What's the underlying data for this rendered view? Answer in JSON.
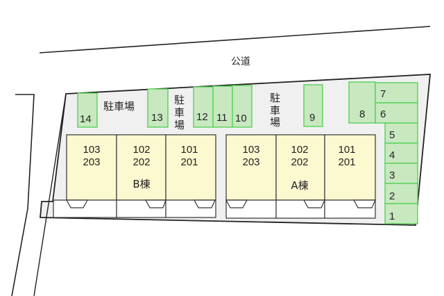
{
  "road": {
    "label": "公道"
  },
  "parking_labels": [
    {
      "id": "parking-label-left",
      "text": "駐車場",
      "orientation": "horizontal"
    },
    {
      "id": "parking-label-middle",
      "text": "駐車場",
      "orientation": "vertical",
      "chars": [
        "駐",
        "車",
        "場"
      ]
    },
    {
      "id": "parking-label-right",
      "text": "駐車場",
      "orientation": "vertical",
      "chars": [
        "駐",
        "車",
        "場"
      ]
    }
  ],
  "parking_spaces": [
    {
      "number": "1"
    },
    {
      "number": "2"
    },
    {
      "number": "3"
    },
    {
      "number": "4"
    },
    {
      "number": "5"
    },
    {
      "number": "6"
    },
    {
      "number": "7"
    },
    {
      "number": "8"
    },
    {
      "number": "9"
    },
    {
      "number": "10"
    },
    {
      "number": "11"
    },
    {
      "number": "12"
    },
    {
      "number": "13"
    },
    {
      "number": "14"
    }
  ],
  "buildings": [
    {
      "name": "B棟",
      "units": [
        {
          "upper": "103",
          "lower": "203"
        },
        {
          "upper": "102",
          "lower": "202"
        },
        {
          "upper": "101",
          "lower": "201"
        }
      ]
    },
    {
      "name": "A棟",
      "units": [
        {
          "upper": "103",
          "lower": "203"
        },
        {
          "upper": "102",
          "lower": "202"
        },
        {
          "upper": "101",
          "lower": "201"
        }
      ]
    }
  ],
  "colors": {
    "parking_fill": "#c8e8c0",
    "parking_border": "#4ed04e",
    "unit_fill": "#fcf8d0",
    "lot_fill": "#f0f0f0"
  }
}
